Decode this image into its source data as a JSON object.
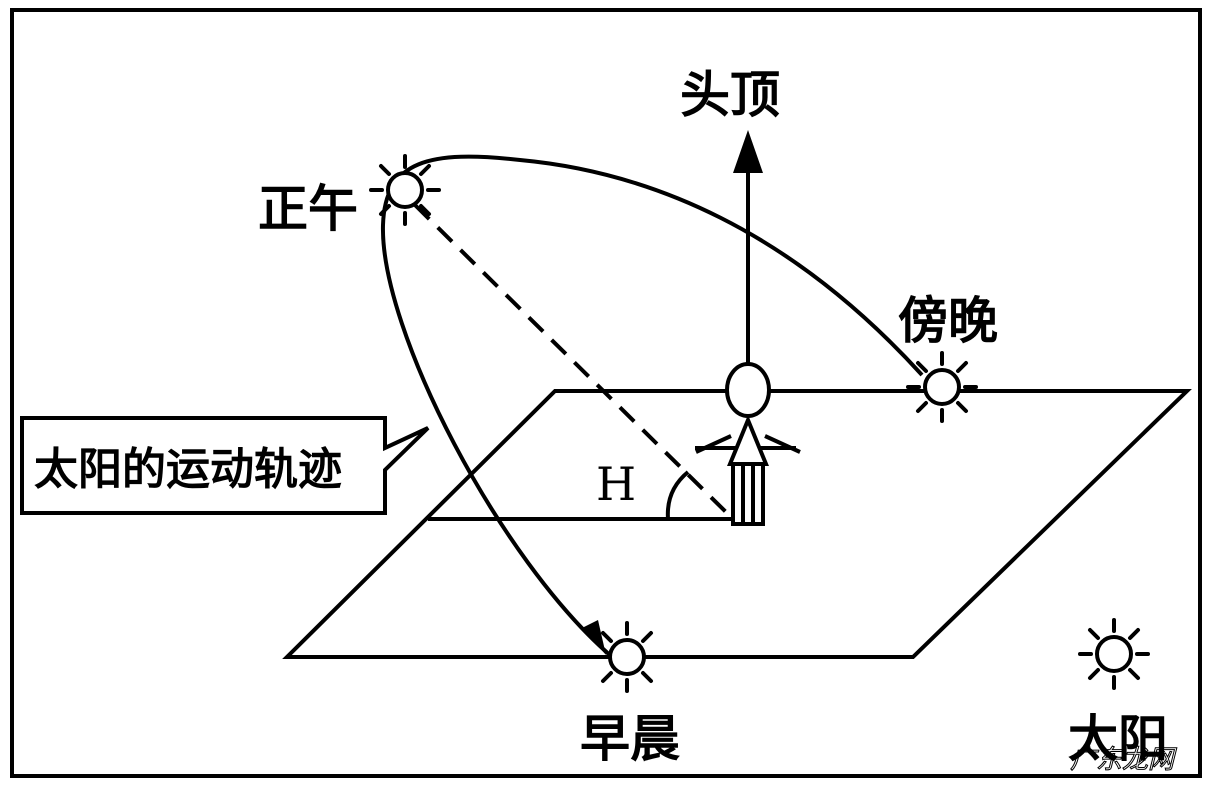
{
  "labels": {
    "zenith": "头顶",
    "noon": "正午",
    "evening": "傍晚",
    "morning": "早晨",
    "angle": "H",
    "sun_path": "太阳的运动轨迹",
    "legend_sun": "太阳"
  },
  "watermark": "广东龙网",
  "colors": {
    "ink": "#000000",
    "background": "#ffffff"
  },
  "icons": {
    "sun": "sun-icon",
    "arrow": "arrow-up-icon",
    "person": "person-icon"
  }
}
